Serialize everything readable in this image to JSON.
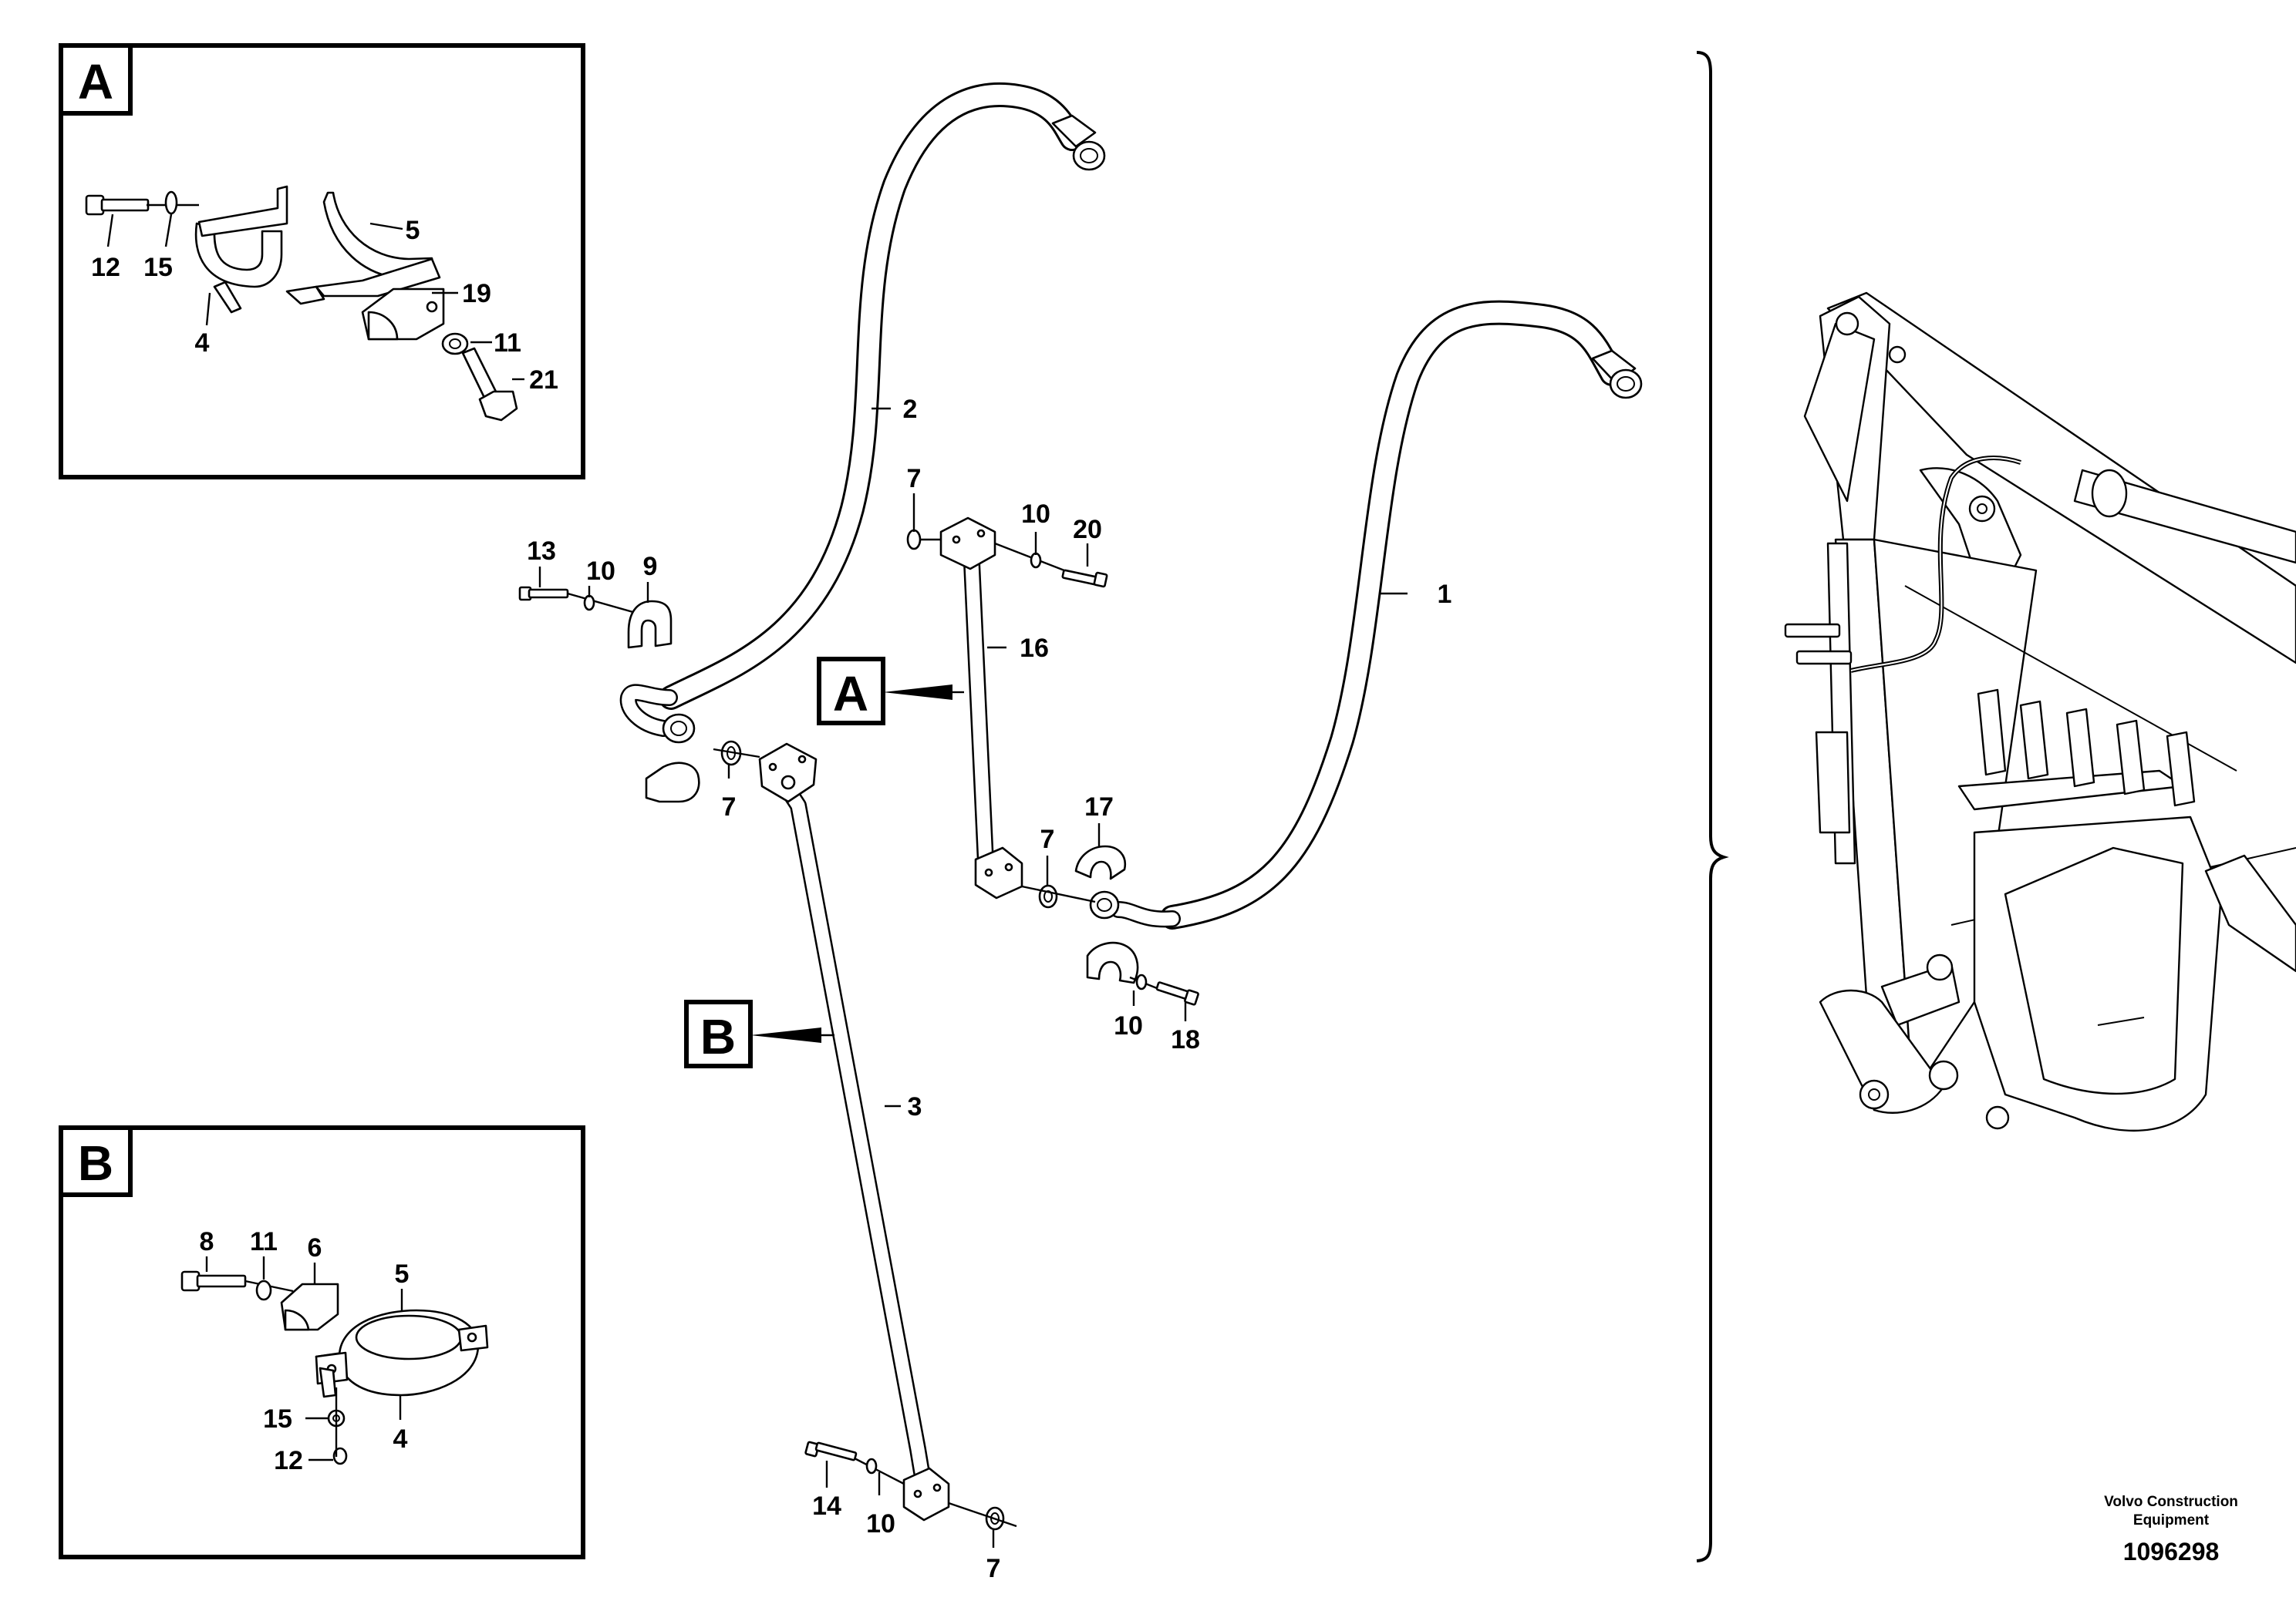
{
  "figure": {
    "credit_line_1": "Volvo Construction",
    "credit_line_2": "Equipment",
    "document_number": "1096298"
  },
  "detail_a": {
    "box_label": "A",
    "callouts": {
      "c12": "12",
      "c15": "15",
      "c4": "4",
      "c5": "5",
      "c19": "19",
      "c11": "11",
      "c21": "21"
    }
  },
  "detail_b": {
    "box_label": "B",
    "callouts": {
      "c8": "8",
      "c11": "11",
      "c6": "6",
      "c5": "5",
      "c15": "15",
      "c12": "12",
      "c4": "4"
    }
  },
  "main": {
    "ref_a": "A",
    "ref_b": "B",
    "callouts": {
      "c2": "2",
      "c1": "1",
      "c3": "3",
      "c16": "16",
      "c13": "13",
      "c10_left": "10",
      "c9": "9",
      "c7_left": "7",
      "c7_top": "7",
      "c10_top": "10",
      "c20": "20",
      "c17": "17",
      "c7_mid": "7",
      "c10_mid": "10",
      "c18": "18",
      "c14": "14",
      "c10_bottom": "10",
      "c7_bottom": "7"
    }
  }
}
